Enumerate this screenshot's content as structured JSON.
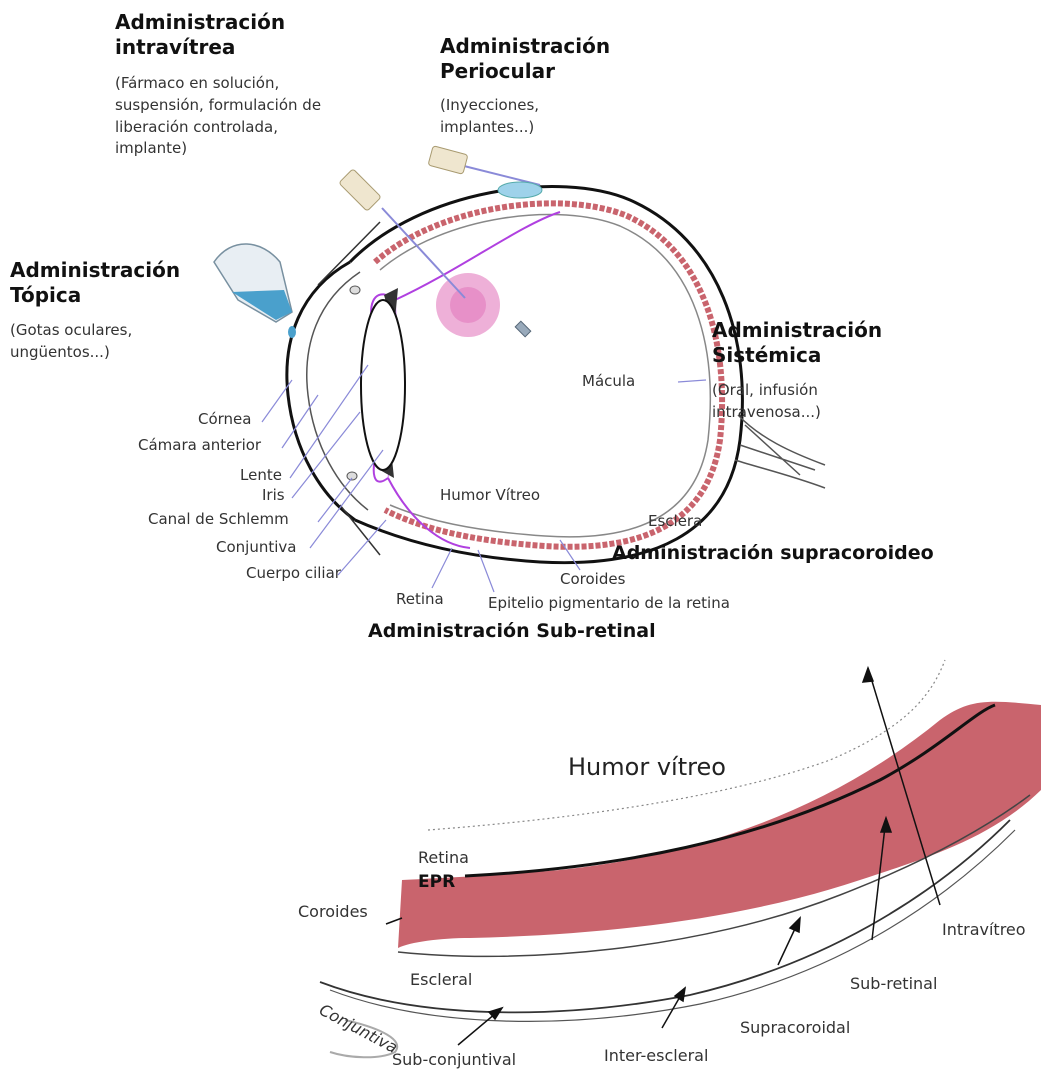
{
  "routes": {
    "intravitreal": {
      "title": "Administración\nintravítrea",
      "desc": "(Fármaco en solución,\nsuspensión, formulación de\nliberación controlada,\nimplante)"
    },
    "periocular": {
      "title": "Administración\nPeriocular",
      "desc": "(Inyecciones,\nimplantes...)"
    },
    "topical": {
      "title": "Administración\nTópica",
      "desc": "(Gotas oculares,\nungüentos...)"
    },
    "systemic": {
      "title": "Administración\nSistémica",
      "desc": "(Oral, infusión\nintravenosa...)"
    },
    "suprachoroidal": "Administración supracoroideo",
    "subretinal": "Administración Sub-retinal"
  },
  "eye_labels": {
    "cornea": "Córnea",
    "anterior_chamber": "Cámara anterior",
    "lens": "Lente",
    "iris": "Iris",
    "schlemm": "Canal de Schlemm",
    "conjunctiva": "Conjuntiva",
    "ciliary_body": "Cuerpo ciliar",
    "retina": "Retina",
    "rpe": "Epitelio pigmentario de la retina",
    "choroid": "Coroides",
    "sclera": "Esclera",
    "macula": "Mácula",
    "vitreous": "Humor Vítreo"
  },
  "detail": {
    "vitreous": "Humor vítreo",
    "retina": "Retina",
    "rpe": "EPR",
    "choroid": "Coroides",
    "scleral": "Escleral",
    "conjunctiva": "Conjuntiva",
    "intravitreal": "Intravítreo",
    "subretinal": "Sub-retinal",
    "suprachoroidal": "Supracoroidal",
    "interscleral": "Inter-escleral",
    "subconjunctival": "Sub-conjuntival"
  },
  "colors": {
    "choroid": "#c9646d",
    "choroid_dark": "#b24a55",
    "pointer": "#8a8ad8",
    "lens_purple": "#b040e0",
    "drop_blue": "#4aa0cc",
    "blob_pink": "#e070b8"
  }
}
